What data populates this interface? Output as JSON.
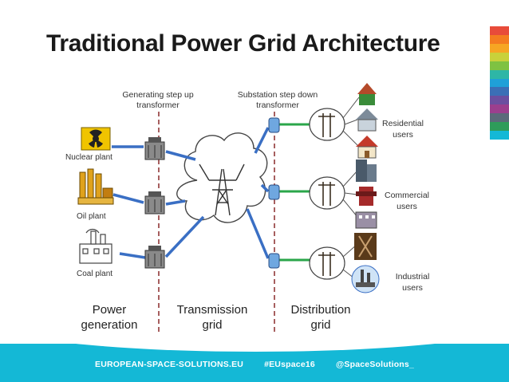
{
  "title": "Traditional Power Grid Architecture",
  "accent_strip_colors": [
    "#e84b3a",
    "#f47c20",
    "#f6a623",
    "#c9d13a",
    "#7fc242",
    "#2eb6a6",
    "#1fa0d8",
    "#3b6fb6",
    "#6b4fa0",
    "#9b3f8e",
    "#5b6a7a",
    "#2e9c5a",
    "#14b8d6"
  ],
  "diagram": {
    "labels": {
      "gen_transformer": [
        "Generating step up",
        "transformer"
      ],
      "sub_transformer": [
        "Substation step down",
        "transformer"
      ],
      "nuclear": "Nuclear plant",
      "oil": "Oil plant",
      "coal": "Coal plant",
      "residential": [
        "Residential",
        "users"
      ],
      "commercial": [
        "Commercial",
        "users"
      ],
      "industrial": [
        "Industrial",
        "users"
      ],
      "power_generation": [
        "Power",
        "generation"
      ],
      "transmission_grid": [
        "Transmission",
        "grid"
      ],
      "distribution_grid": [
        "Distribution",
        "grid"
      ]
    },
    "icons": {
      "nuclear": "nuclear-plant-icon",
      "oil": "oil-plant-icon",
      "coal": "coal-plant-icon",
      "transformer": "transformer-icon",
      "pylon": "transmission-tower-icon",
      "pole": "utility-pole-icon",
      "house": "house-icon",
      "building": "office-building-icon",
      "factory": "factory-icon"
    },
    "colors": {
      "transmission_line": "#3a6fc4",
      "distribution_line": "#2aa64a",
      "divider": "#8a2a2a"
    }
  },
  "footer": {
    "website": "EUROPEAN-SPACE-SOLUTIONS.EU",
    "hashtag": "#EUspace16",
    "handle": "@SpaceSolutions_"
  }
}
